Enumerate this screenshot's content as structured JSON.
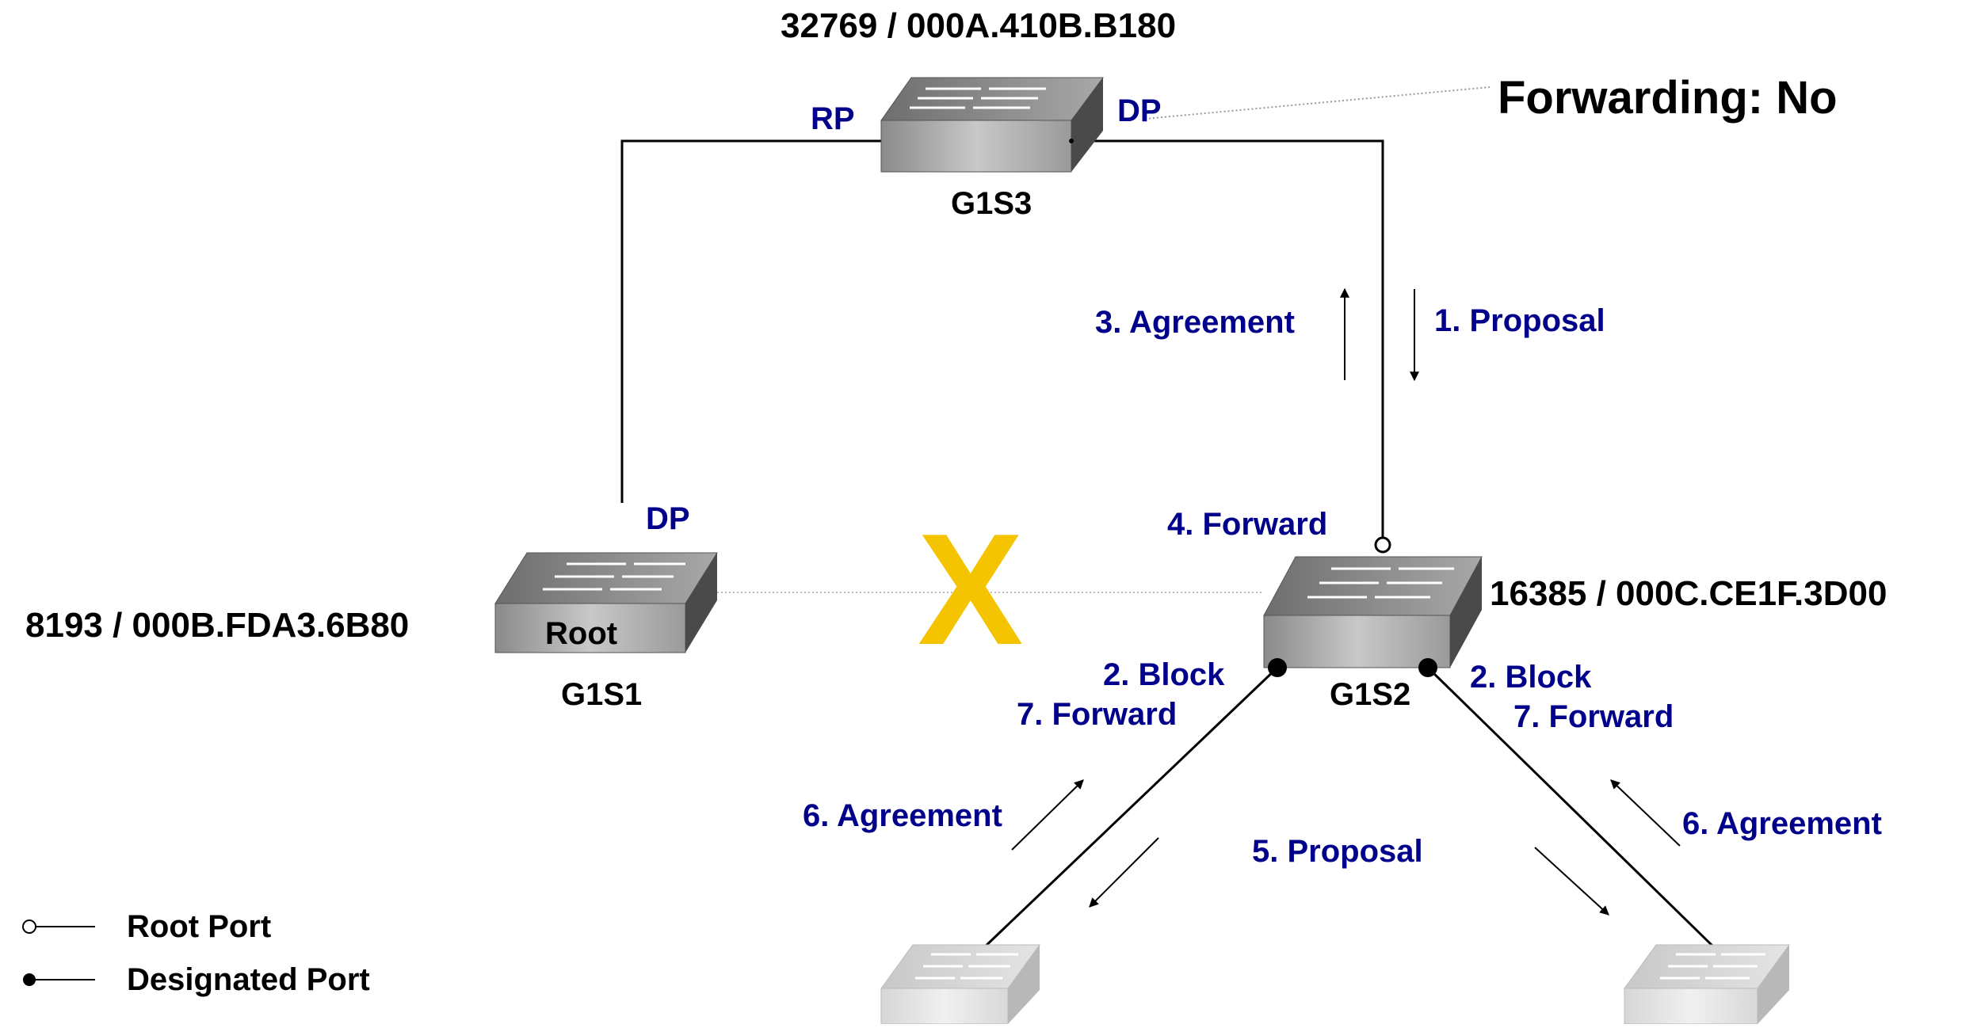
{
  "colors": {
    "annotation": "#00008B",
    "text": "#000000",
    "link": "#000000",
    "blocked_link": "#BBBBBB",
    "blocked_marker": "#F5C400",
    "switch_body": "#9A9A9A",
    "switch_body_faded": "#DCDCDC"
  },
  "switches": {
    "g1s3": {
      "name": "G1S3",
      "id": "32769 / 000A.410B.B180",
      "port_left": "RP",
      "port_right": "DP",
      "status": "Forwarding: No"
    },
    "g1s1": {
      "name": "G1S1",
      "id": "8193 / 000B.FDA3.6B80",
      "inner_label": "Root",
      "port": "DP"
    },
    "g1s2": {
      "name": "G1S2",
      "id": "16385 / 000C.CE1F.3D00"
    }
  },
  "blocked_marker": "X",
  "steps": {
    "agreement_3": "3. Agreement",
    "proposal_1": "1. Proposal",
    "forward_4": "4. Forward",
    "block_left": "2. Block",
    "forward_left": "7. Forward",
    "block_right": "2. Block",
    "forward_right": "7. Forward",
    "agreement_left": "6. Agreement",
    "agreement_right": "6. Agreement",
    "proposal_5": "5. Proposal"
  },
  "legend": {
    "root_port": "Root Port",
    "designated_port": "Designated Port",
    "root_port_icon": "hollow-circle",
    "designated_port_icon": "filled-circle"
  }
}
